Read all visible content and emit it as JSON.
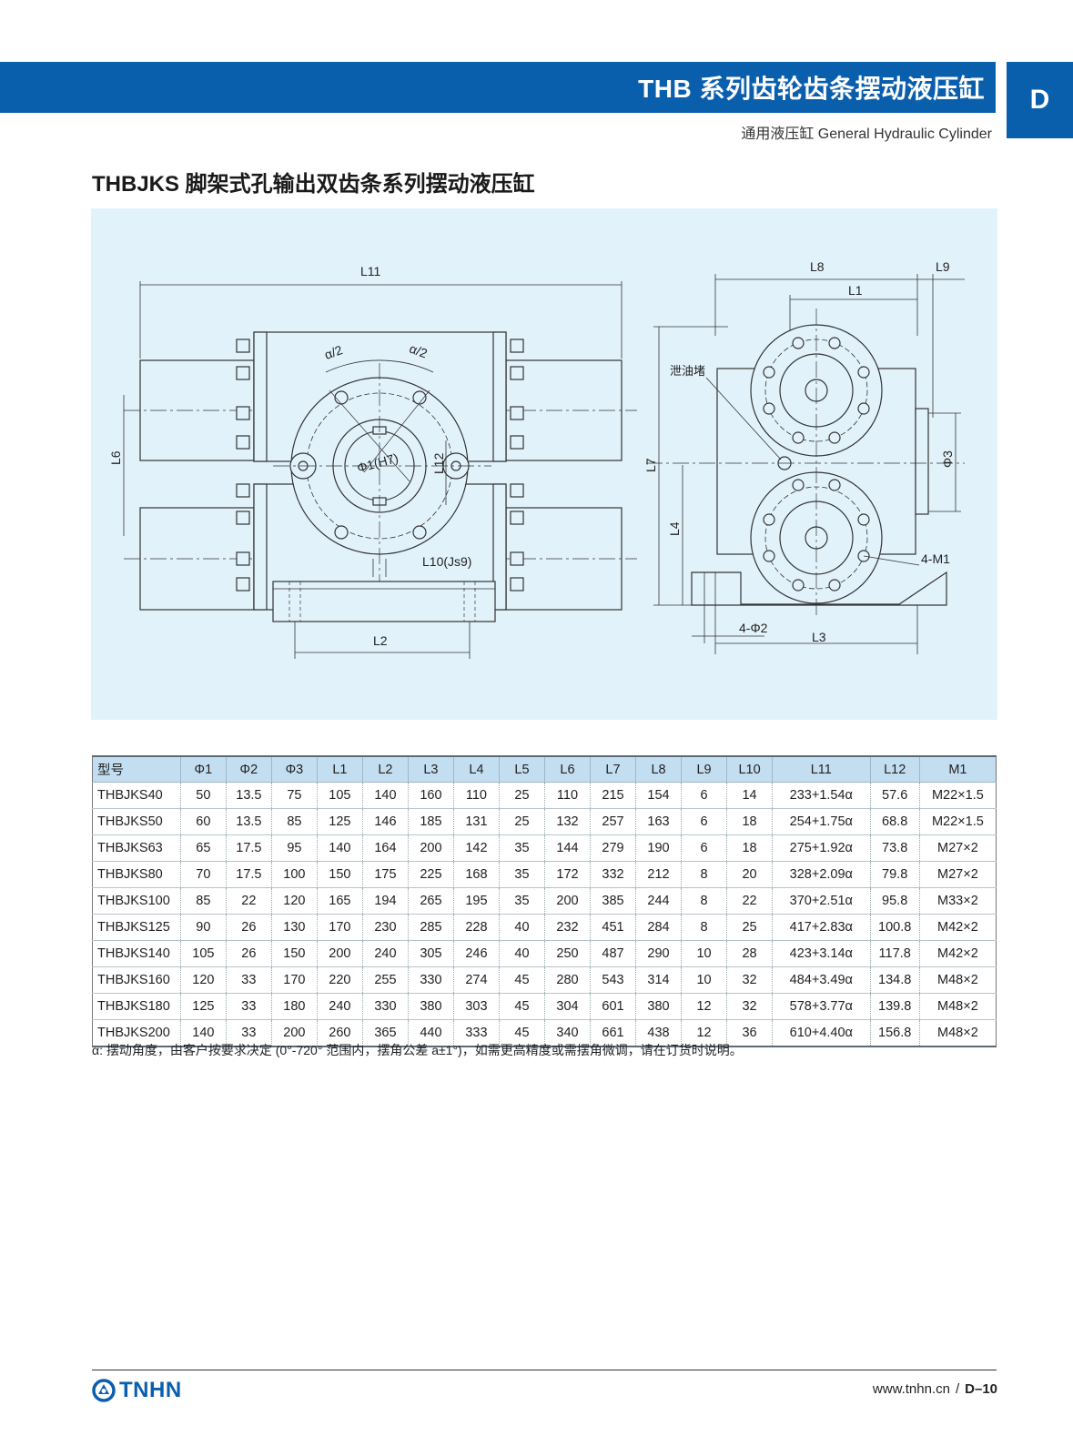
{
  "header": {
    "title": "THB 系列齿轮齿条摆动液压缸",
    "side_tab": "D",
    "subtitle": "通用液压缸 General Hydraulic Cylinder"
  },
  "page_heading": "THBJKS 脚架式孔输出双齿条系列摆动液压缸",
  "drawing": {
    "labels": {
      "L11": "L11",
      "alpha_left": "α/2",
      "alpha_right": "α/2",
      "L6": "L6",
      "phi1": "Φ1(H7)",
      "L12": "L12",
      "L10": "L10(Js9)",
      "L2": "L2",
      "L8": "L8",
      "L9": "L9",
      "L1": "L1",
      "drain_plug": "泄油堵",
      "L7": "L7",
      "phi3": "Φ3",
      "L4": "L4",
      "m1": "4-M1",
      "phi2": "4-Φ2",
      "L3": "L3"
    }
  },
  "table": {
    "headers": [
      "型号",
      "Φ1",
      "Φ2",
      "Φ3",
      "L1",
      "L2",
      "L3",
      "L4",
      "L5",
      "L6",
      "L7",
      "L8",
      "L9",
      "L10",
      "L11",
      "L12",
      "M1"
    ],
    "rows": [
      [
        "THBJKS40",
        "50",
        "13.5",
        "75",
        "105",
        "140",
        "160",
        "110",
        "25",
        "110",
        "215",
        "154",
        "6",
        "14",
        "233+1.54α",
        "57.6",
        "M22×1.5"
      ],
      [
        "THBJKS50",
        "60",
        "13.5",
        "85",
        "125",
        "146",
        "185",
        "131",
        "25",
        "132",
        "257",
        "163",
        "6",
        "18",
        "254+1.75α",
        "68.8",
        "M22×1.5"
      ],
      [
        "THBJKS63",
        "65",
        "17.5",
        "95",
        "140",
        "164",
        "200",
        "142",
        "35",
        "144",
        "279",
        "190",
        "6",
        "18",
        "275+1.92α",
        "73.8",
        "M27×2"
      ],
      [
        "THBJKS80",
        "70",
        "17.5",
        "100",
        "150",
        "175",
        "225",
        "168",
        "35",
        "172",
        "332",
        "212",
        "8",
        "20",
        "328+2.09α",
        "79.8",
        "M27×2"
      ],
      [
        "THBJKS100",
        "85",
        "22",
        "120",
        "165",
        "194",
        "265",
        "195",
        "35",
        "200",
        "385",
        "244",
        "8",
        "22",
        "370+2.51α",
        "95.8",
        "M33×2"
      ],
      [
        "THBJKS125",
        "90",
        "26",
        "130",
        "170",
        "230",
        "285",
        "228",
        "40",
        "232",
        "451",
        "284",
        "8",
        "25",
        "417+2.83α",
        "100.8",
        "M42×2"
      ],
      [
        "THBJKS140",
        "105",
        "26",
        "150",
        "200",
        "240",
        "305",
        "246",
        "40",
        "250",
        "487",
        "290",
        "10",
        "28",
        "423+3.14α",
        "117.8",
        "M42×2"
      ],
      [
        "THBJKS160",
        "120",
        "33",
        "170",
        "220",
        "255",
        "330",
        "274",
        "45",
        "280",
        "543",
        "314",
        "10",
        "32",
        "484+3.49α",
        "134.8",
        "M48×2"
      ],
      [
        "THBJKS180",
        "125",
        "33",
        "180",
        "240",
        "330",
        "380",
        "303",
        "45",
        "304",
        "601",
        "380",
        "12",
        "32",
        "578+3.77α",
        "139.8",
        "M48×2"
      ],
      [
        "THBJKS200",
        "140",
        "33",
        "200",
        "260",
        "365",
        "440",
        "333",
        "45",
        "340",
        "661",
        "438",
        "12",
        "36",
        "610+4.40α",
        "156.8",
        "M48×2"
      ]
    ]
  },
  "note": "α: 摆动角度，由客户按要求决定 (0°-720° 范围内，摆角公差 a±1°)，如需更高精度或需摆角微调，请在订货时说明。",
  "footer": {
    "logo_text": "TNHN",
    "url": "www.tnhn.cn",
    "separator": "/",
    "page": "D–10"
  },
  "colors": {
    "brand_blue": "#0a5fad",
    "panel_bg": "#e2f2fb",
    "table_header_bg": "#c4def1"
  }
}
